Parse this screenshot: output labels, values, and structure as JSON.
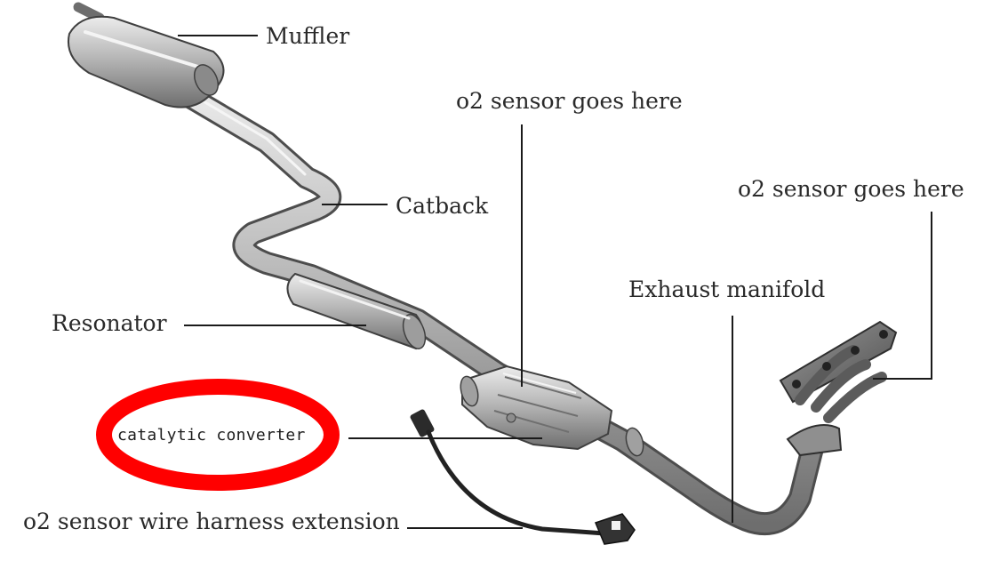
{
  "labels": {
    "muffler": "Muffler",
    "o2_top": "o2 sensor goes here",
    "o2_right": "o2 sensor goes here",
    "catback": "Catback",
    "exhaust_manifold": "Exhaust manifold",
    "resonator": "Resonator",
    "catalytic_converter": "catalytic converter",
    "wire_harness": "o2 sensor wire harness extension"
  },
  "colors": {
    "highlight_ellipse": "#ff0000",
    "leader_line": "#1a1a1a",
    "pipe_metal": "#a9a9a9"
  }
}
